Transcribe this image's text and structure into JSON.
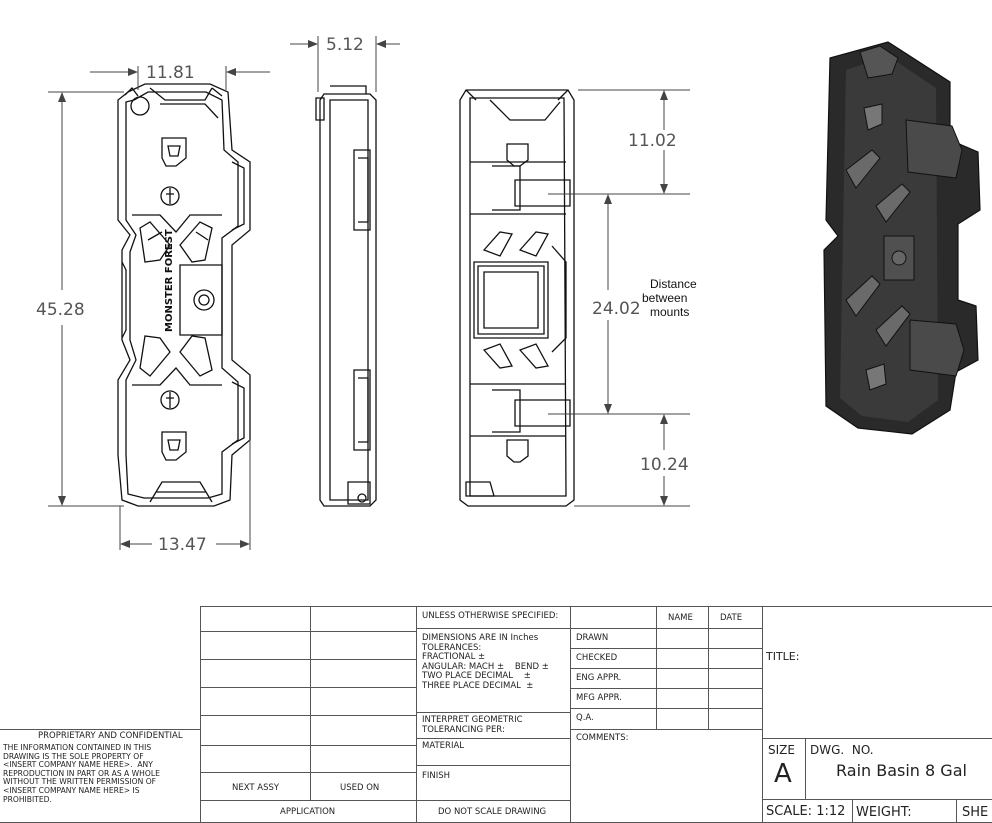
{
  "dimensions": {
    "front_width_top": "11.81",
    "side_depth": "5.12",
    "front_height": "45.28",
    "front_width_bottom": "13.47",
    "mount_top_offset": "11.02",
    "mount_distance": "24.02",
    "mount_bottom_offset": "10.24"
  },
  "annotation": {
    "line1": "Distance",
    "line2": "between",
    "line3": "mounts"
  },
  "logo_text": "MONSTER FOREST",
  "title_block": {
    "proprietary_title": "PROPRIETARY AND CONFIDENTIAL",
    "proprietary_body": "THE INFORMATION CONTAINED IN THIS\nDRAWING IS THE SOLE PROPERTY OF\n<INSERT COMPANY NAME HERE>.  ANY\nREPRODUCTION IN PART OR AS A WHOLE\nWITHOUT THE WRITTEN PERMISSION OF\n<INSERT COMPANY NAME HERE> IS\nPROHIBITED.",
    "next_assy": "NEXT ASSY",
    "used_on": "USED ON",
    "application": "APPLICATION",
    "unless_specified": "UNLESS OTHERWISE SPECIFIED:",
    "tolerances": "DIMENSIONS ARE IN Inches\nTOLERANCES:\nFRACTIONAL ±\nANGULAR: MACH ±    BEND ±\nTWO PLACE DECIMAL    ±\nTHREE PLACE DECIMAL  ±",
    "interpret": "INTERPRET GEOMETRIC\nTOLERANCING PER:",
    "material": "MATERIAL",
    "finish": "FINISH",
    "do_not_scale": "DO NOT SCALE DRAWING",
    "name_header": "NAME",
    "date_header": "DATE",
    "rows": [
      "DRAWN",
      "CHECKED",
      "ENG APPR.",
      "MFG APPR.",
      "Q.A.",
      "COMMENTS:"
    ],
    "title_label": "TITLE:",
    "size_label": "SIZE",
    "size_value": "A",
    "dwg_no_label": "DWG.  NO.",
    "dwg_no_value": "Rain Basin 8 Gal",
    "scale": "SCALE: 1:12",
    "weight": "WEIGHT:",
    "sheet": "SHE"
  }
}
